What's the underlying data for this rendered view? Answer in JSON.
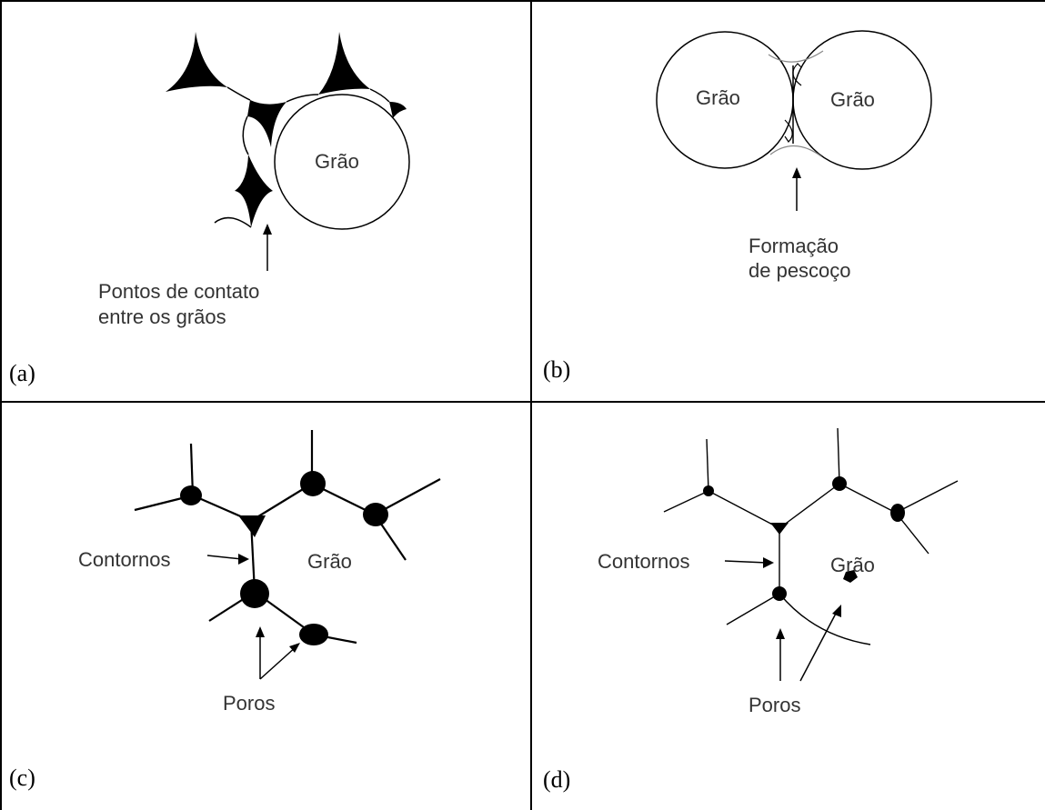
{
  "panels": {
    "a": {
      "tag": "(a)",
      "grain_label": "Grão",
      "caption_line1": "Pontos de contato",
      "caption_line2": "entre os grãos"
    },
    "b": {
      "tag": "(b)",
      "grain_left_label": "Grão",
      "grain_right_label": "Grão",
      "caption_line1": "Formação",
      "caption_line2": "de pescoço"
    },
    "c": {
      "tag": "(c)",
      "boundary_label": "Contornos",
      "grain_label": "Grão",
      "pores_label": "Poros"
    },
    "d": {
      "tag": "(d)",
      "boundary_label": "Contornos",
      "grain_label": "Grão",
      "pores_label": "Poros"
    }
  }
}
